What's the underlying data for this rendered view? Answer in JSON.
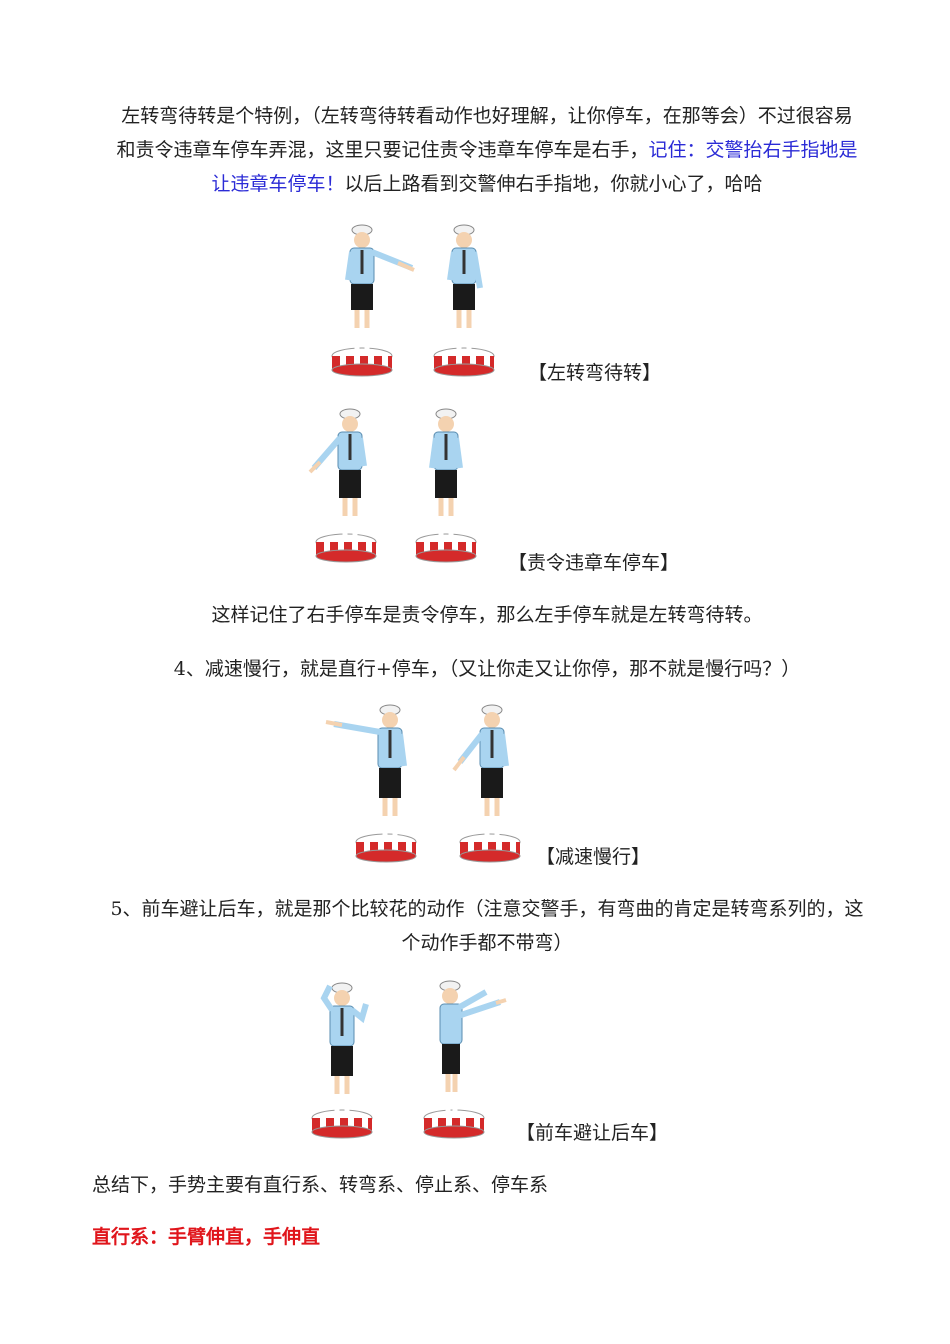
{
  "intro": {
    "line1": "左转弯待转是个特例，（左转弯待转看动作也好理解，让你停车，在那等会）不过很容易",
    "line2_plain": "和责令违章车停车弄混，这里只要记住责令违章车停车是右手，",
    "line2_blue": "记住：交警抬右手指地是",
    "line3_blue": "让违章车停车！",
    "line3_plain": "以后上路看到交警伸右手指地，你就小心了，哈哈"
  },
  "figures": [
    {
      "caption": "【左转弯待转】"
    },
    {
      "caption": "【责令违章车停车】"
    },
    {
      "caption": "【减速慢行】"
    },
    {
      "caption": "【前车避让后车】"
    }
  ],
  "memo": "这样记住了右手停车是责令停车，那么左手停车就是左转弯待转。",
  "item4": "4、减速慢行，就是直行+停车，（又让你走又让你停，那不就是慢行吗？）",
  "item5_line1": "5、前车避让后车，就是那个比较花的动作（注意交警手，有弯曲的肯定是转弯系列的，这",
  "item5_line2": "个动作手都不带弯）",
  "summary": "总结下，手势主要有直行系、转弯系、停止系、停车系",
  "heading_red": "直行系：手臂伸直，手伸直",
  "colors": {
    "link_blue": "#2b2bd6",
    "heading_red": "#e0151b",
    "shirt": "#a9d4f0",
    "skirt": "#1a1a1a",
    "podium_red": "#d42a2a"
  }
}
